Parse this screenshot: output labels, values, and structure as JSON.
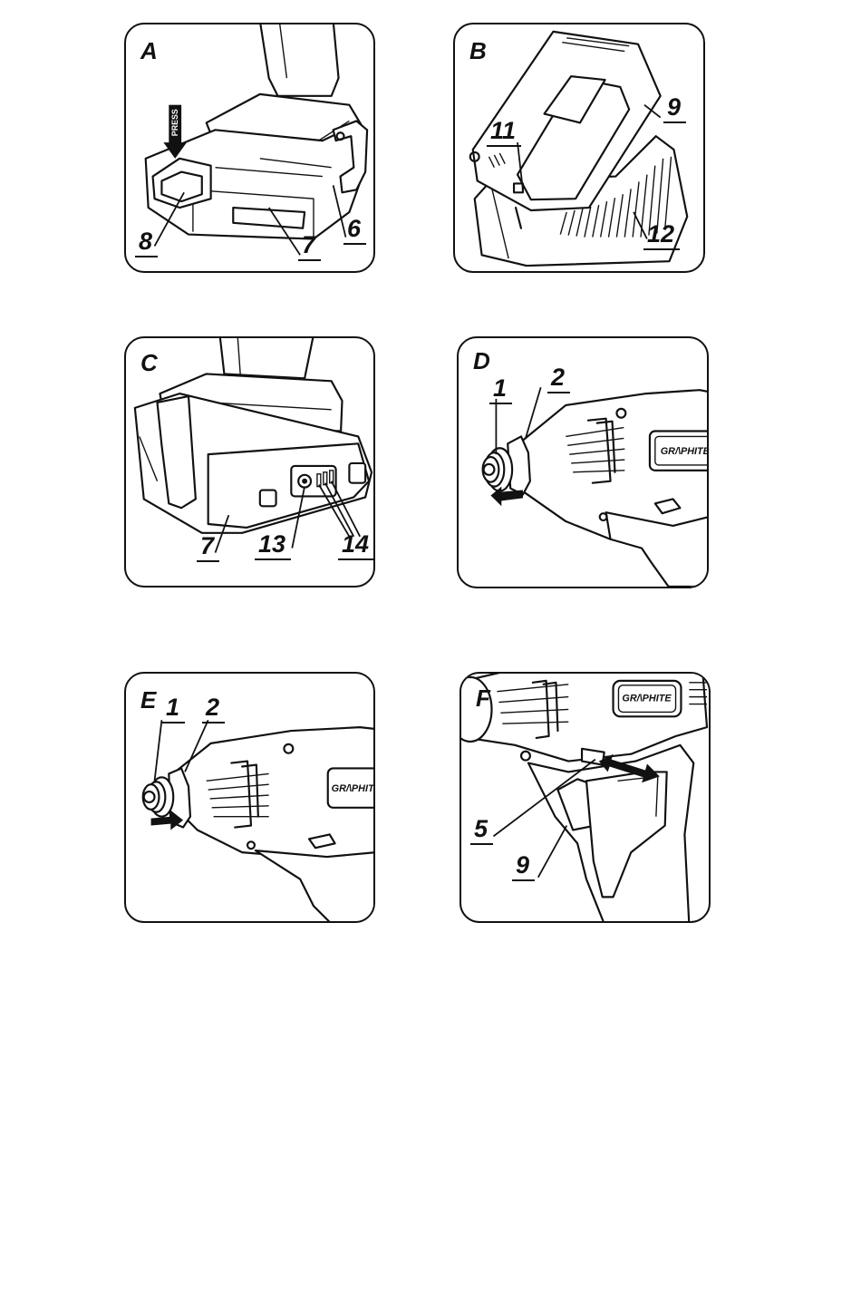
{
  "panels": {
    "a": {
      "letter": "A",
      "press": "PRESS",
      "c8": "8",
      "c7": "7",
      "c6": "6"
    },
    "b": {
      "letter": "B",
      "c11": "11",
      "c9": "9",
      "c12": "12"
    },
    "c": {
      "letter": "C",
      "c7": "7",
      "c13": "13",
      "c14": "14"
    },
    "d": {
      "letter": "D",
      "c1": "1",
      "c2": "2",
      "brand": "GR/\\PHITE"
    },
    "e": {
      "letter": "E",
      "c1": "1",
      "c2": "2",
      "brand": "GR/\\PHITE"
    },
    "f": {
      "letter": "F",
      "c5": "5",
      "c9": "9",
      "brand": "GR/\\PHITE"
    }
  }
}
